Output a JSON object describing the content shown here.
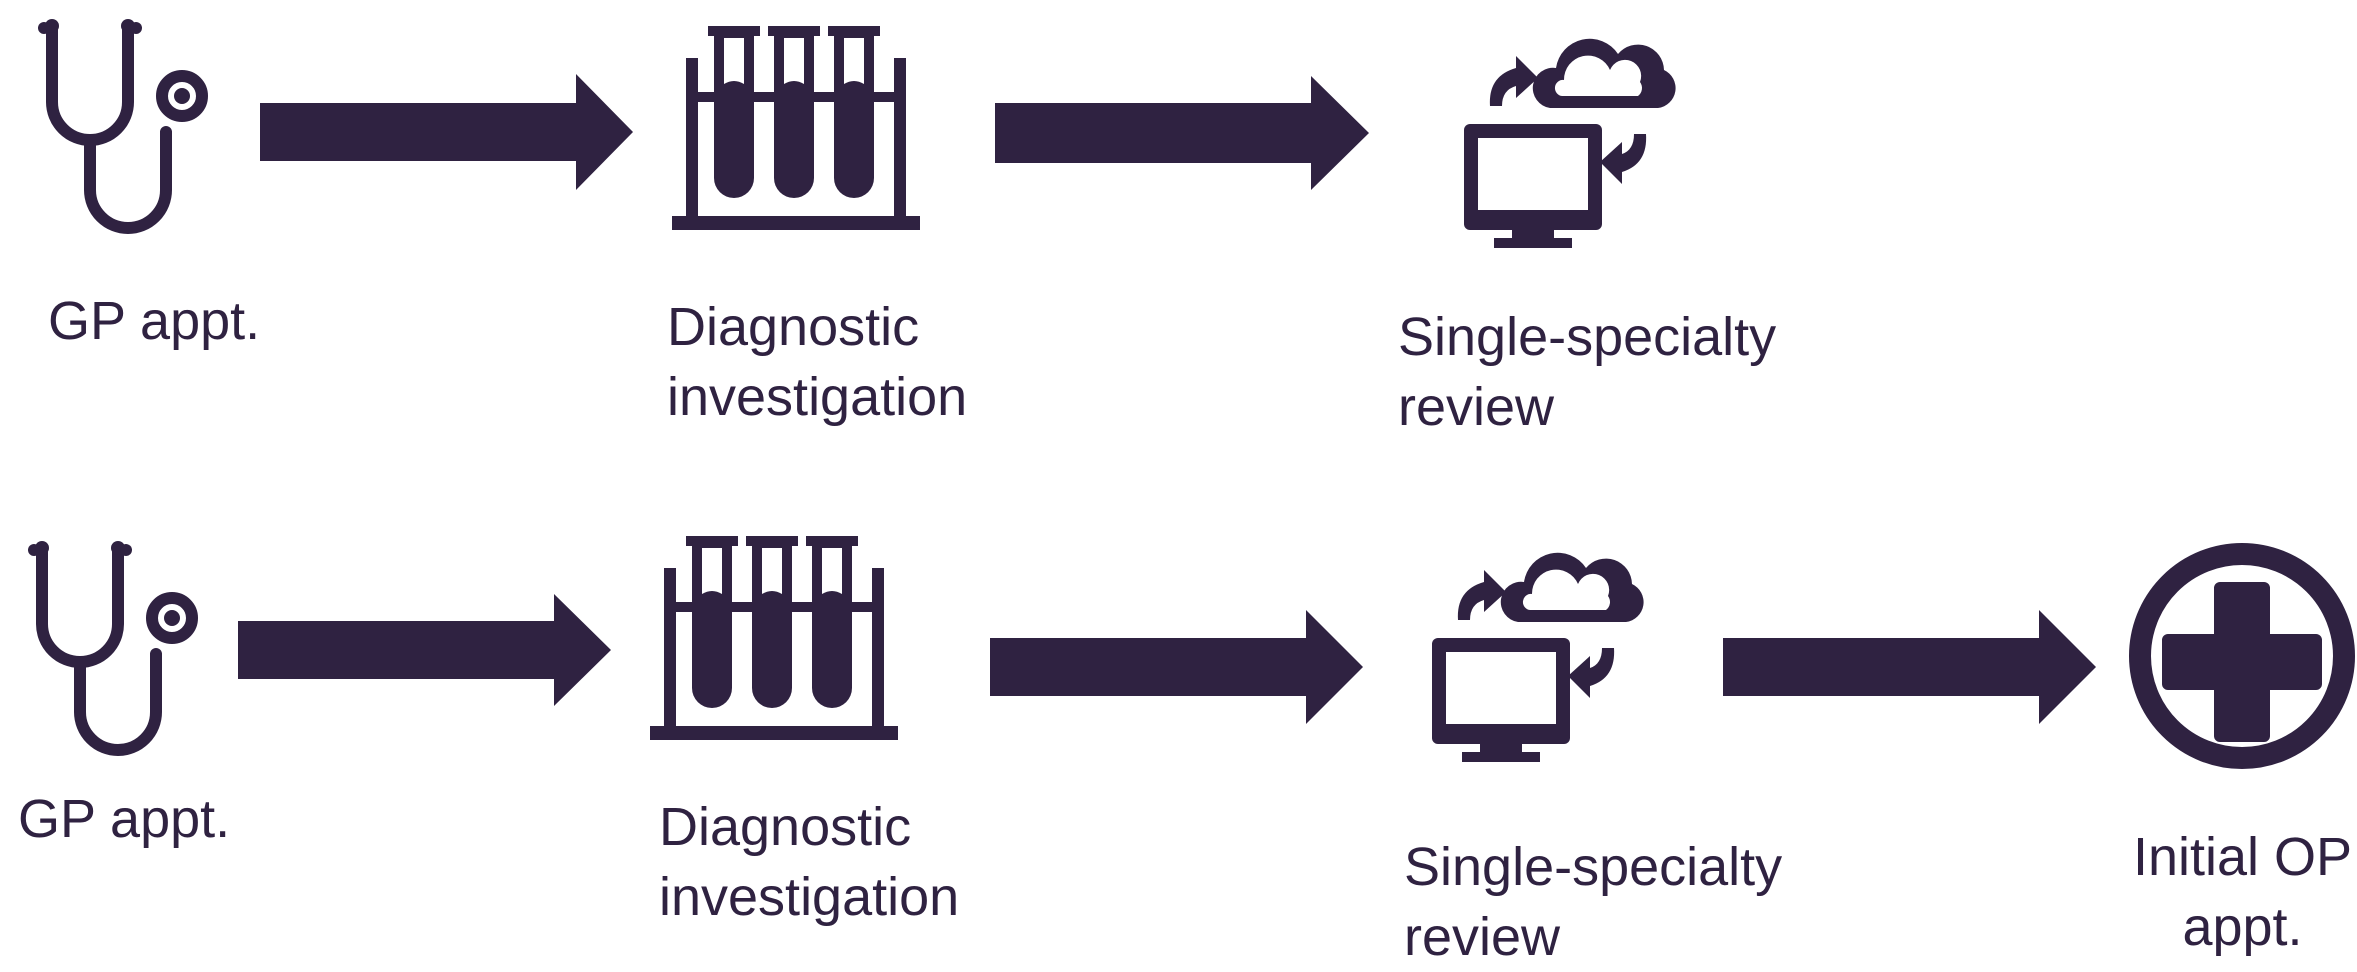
{
  "colors": {
    "ink": "#2f2241",
    "background": "#ffffff"
  },
  "rows": [
    {
      "steps": [
        {
          "icon": "stethoscope-icon",
          "label_lines": [
            "GP appt."
          ]
        },
        {
          "icon": "test-tubes-icon",
          "label_lines": [
            "Diagnostic",
            "investigation"
          ]
        },
        {
          "icon": "computer-cloud-sync-icon",
          "label_lines": [
            "Single-specialty",
            "review"
          ]
        }
      ]
    },
    {
      "steps": [
        {
          "icon": "stethoscope-icon",
          "label_lines": [
            "GP appt."
          ]
        },
        {
          "icon": "test-tubes-icon",
          "label_lines": [
            "Diagnostic",
            "investigation"
          ]
        },
        {
          "icon": "computer-cloud-sync-icon",
          "label_lines": [
            "Single-specialty",
            "review"
          ]
        },
        {
          "icon": "medical-cross-icon",
          "label_lines": [
            "Initial OP",
            "appt."
          ]
        }
      ]
    }
  ]
}
